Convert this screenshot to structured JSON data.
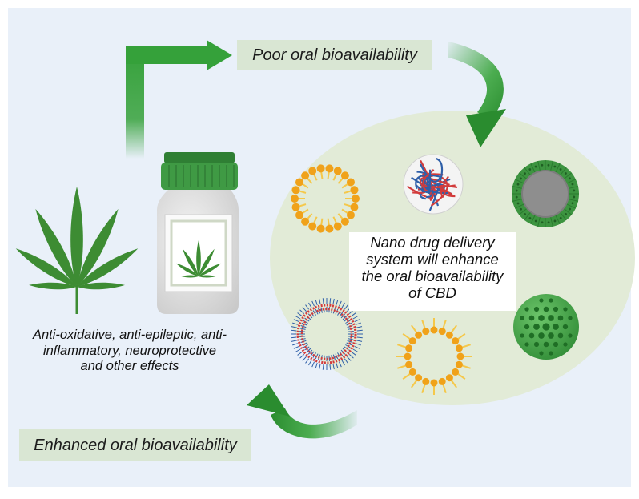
{
  "labels": {
    "poor": "Poor oral bioavailability",
    "enhanced": "Enhanced oral bioavailability"
  },
  "nano_text": [
    "Nano drug delivery",
    "system will enhance",
    "the oral bioavailability",
    "of CBD"
  ],
  "effects_text": [
    "Anti-oxidative, anti-epileptic, anti-",
    "inflammatory, neuroprotective",
    "and other effects"
  ],
  "colors": {
    "background": "#e9f0f9",
    "ellipse": "#e2ebd7",
    "label_box": "#d9e6d3",
    "arrow_green": "#35a13a",
    "leaf_green": "#3d8c33",
    "cap_green": "#2f7f34",
    "orange": "#f0a21a",
    "yellow": "#f5c84a",
    "red": "#d23b3b",
    "blue": "#2f5fa8"
  },
  "icons": [
    "cannabis-leaf-icon",
    "pill-bottle-icon",
    "liposome-icon",
    "polymer-network-icon",
    "solid-nanoparticle-icon",
    "bilayer-vesicle-icon",
    "micelle-icon",
    "porous-sphere-icon"
  ]
}
